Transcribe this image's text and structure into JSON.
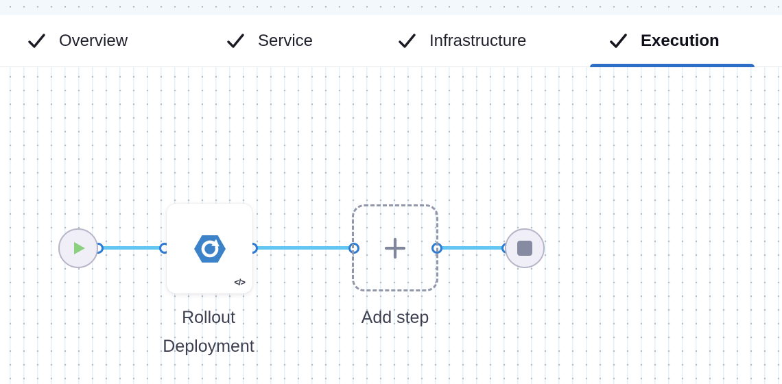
{
  "header": {
    "tabs": [
      {
        "label": "Overview",
        "checked": true,
        "active": false
      },
      {
        "label": "Service",
        "checked": true,
        "active": false
      },
      {
        "label": "Infrastructure",
        "checked": true,
        "active": false
      },
      {
        "label": "Execution",
        "checked": true,
        "active": true
      }
    ]
  },
  "canvas": {
    "nodes": {
      "start": {
        "icon": "play-icon"
      },
      "step": {
        "label": "Rollout Deployment",
        "icon": "rollout-deployment-icon",
        "code_badge": "</>"
      },
      "add_step": {
        "label": "Add step",
        "icon": "plus-icon"
      },
      "end": {
        "icon": "stop-icon"
      }
    }
  },
  "colors": {
    "active_tab_underline": "#2e6ec6",
    "connector_line": "#63c6f2",
    "port_border": "#2f7bd3",
    "step_icon_blue": "#3b82c8",
    "play_green": "#8bd07e",
    "stop_gray": "#868ba1",
    "canvas_dot": "#b4bcc7"
  }
}
